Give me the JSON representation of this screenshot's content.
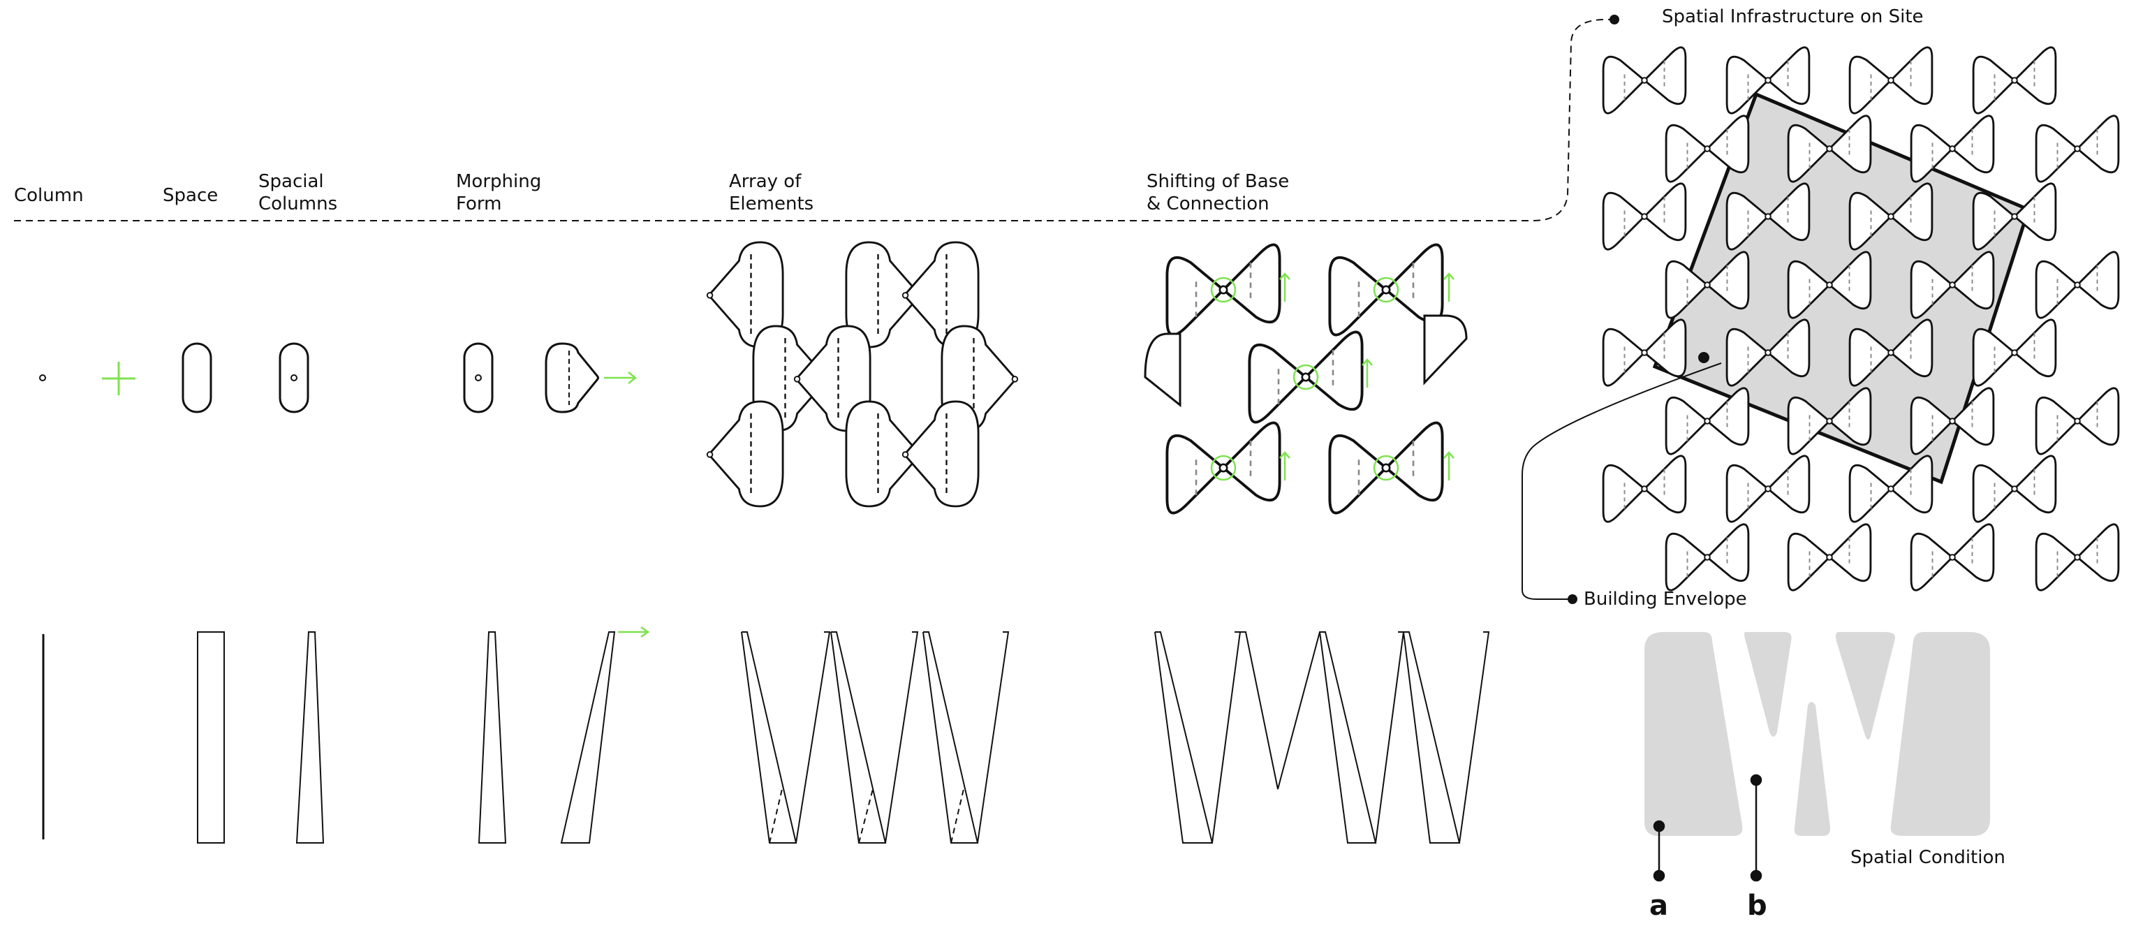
{
  "header": {
    "column": "Column",
    "space": "Space",
    "spacial_columns_1": "Spacial",
    "spacial_columns_2": "Columns",
    "morphing_form_1": "Morphing",
    "morphing_form_2": "Form",
    "array_1": "Array of",
    "array_2": "Elements",
    "shifting_1": "Shifting of Base",
    "shifting_2": "& Connection"
  },
  "site_plan": {
    "title": "Spatial Infrastructure on Site",
    "envelope_label": "Building Envelope"
  },
  "spatial_condition": {
    "title": "Spatial Condition",
    "marker_a": "a",
    "marker_b": "b"
  },
  "colors": {
    "accent": "#7ee24f",
    "line": "#111111",
    "fill_grey": "#d9d9d9"
  }
}
